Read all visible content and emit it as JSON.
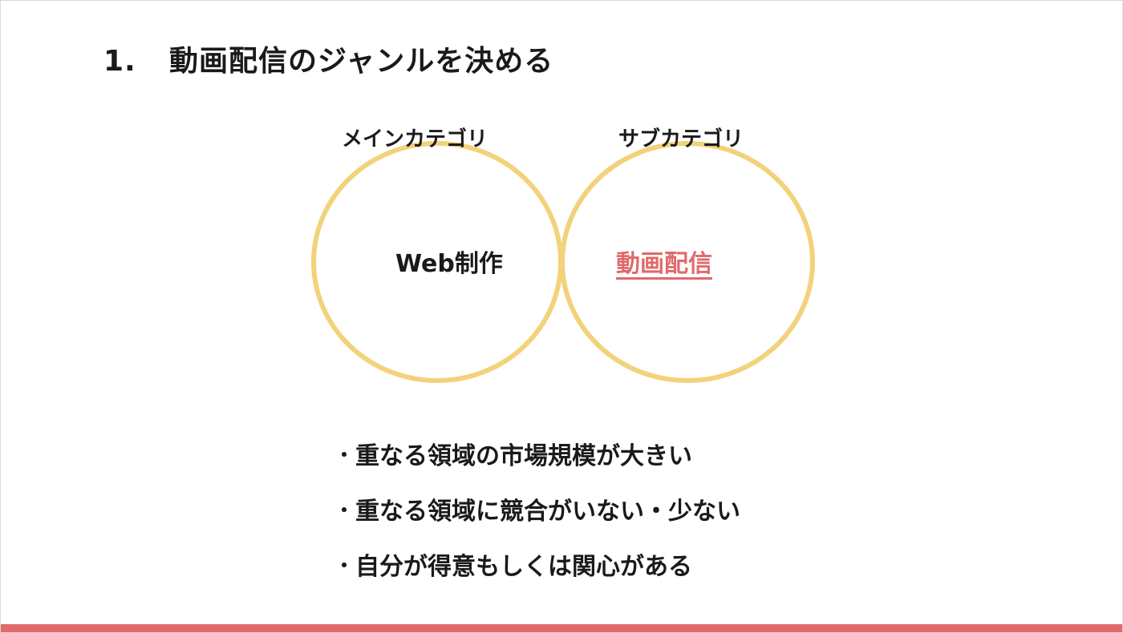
{
  "slide": {
    "title_number": "1.",
    "title_text": "動画配信のジャンルを決める"
  },
  "venn": {
    "left_category_label": "メインカテゴリ",
    "right_category_label": "サブカテゴリ",
    "left_set": "Web制作",
    "right_set": "動画配信",
    "circle_color": "#f2d27a",
    "overlap_color": "#f2d27a",
    "highlight_color": "#e06a6a"
  },
  "points": [
    {
      "bullet": "・",
      "text": "重なる領域の市場規模が大きい"
    },
    {
      "bullet": "・",
      "text": "重なる領域に競合がいない・少ない"
    },
    {
      "bullet": "・",
      "text": "自分が得意もしくは関心がある"
    }
  ],
  "accent_bar_color": "#e06a6a"
}
